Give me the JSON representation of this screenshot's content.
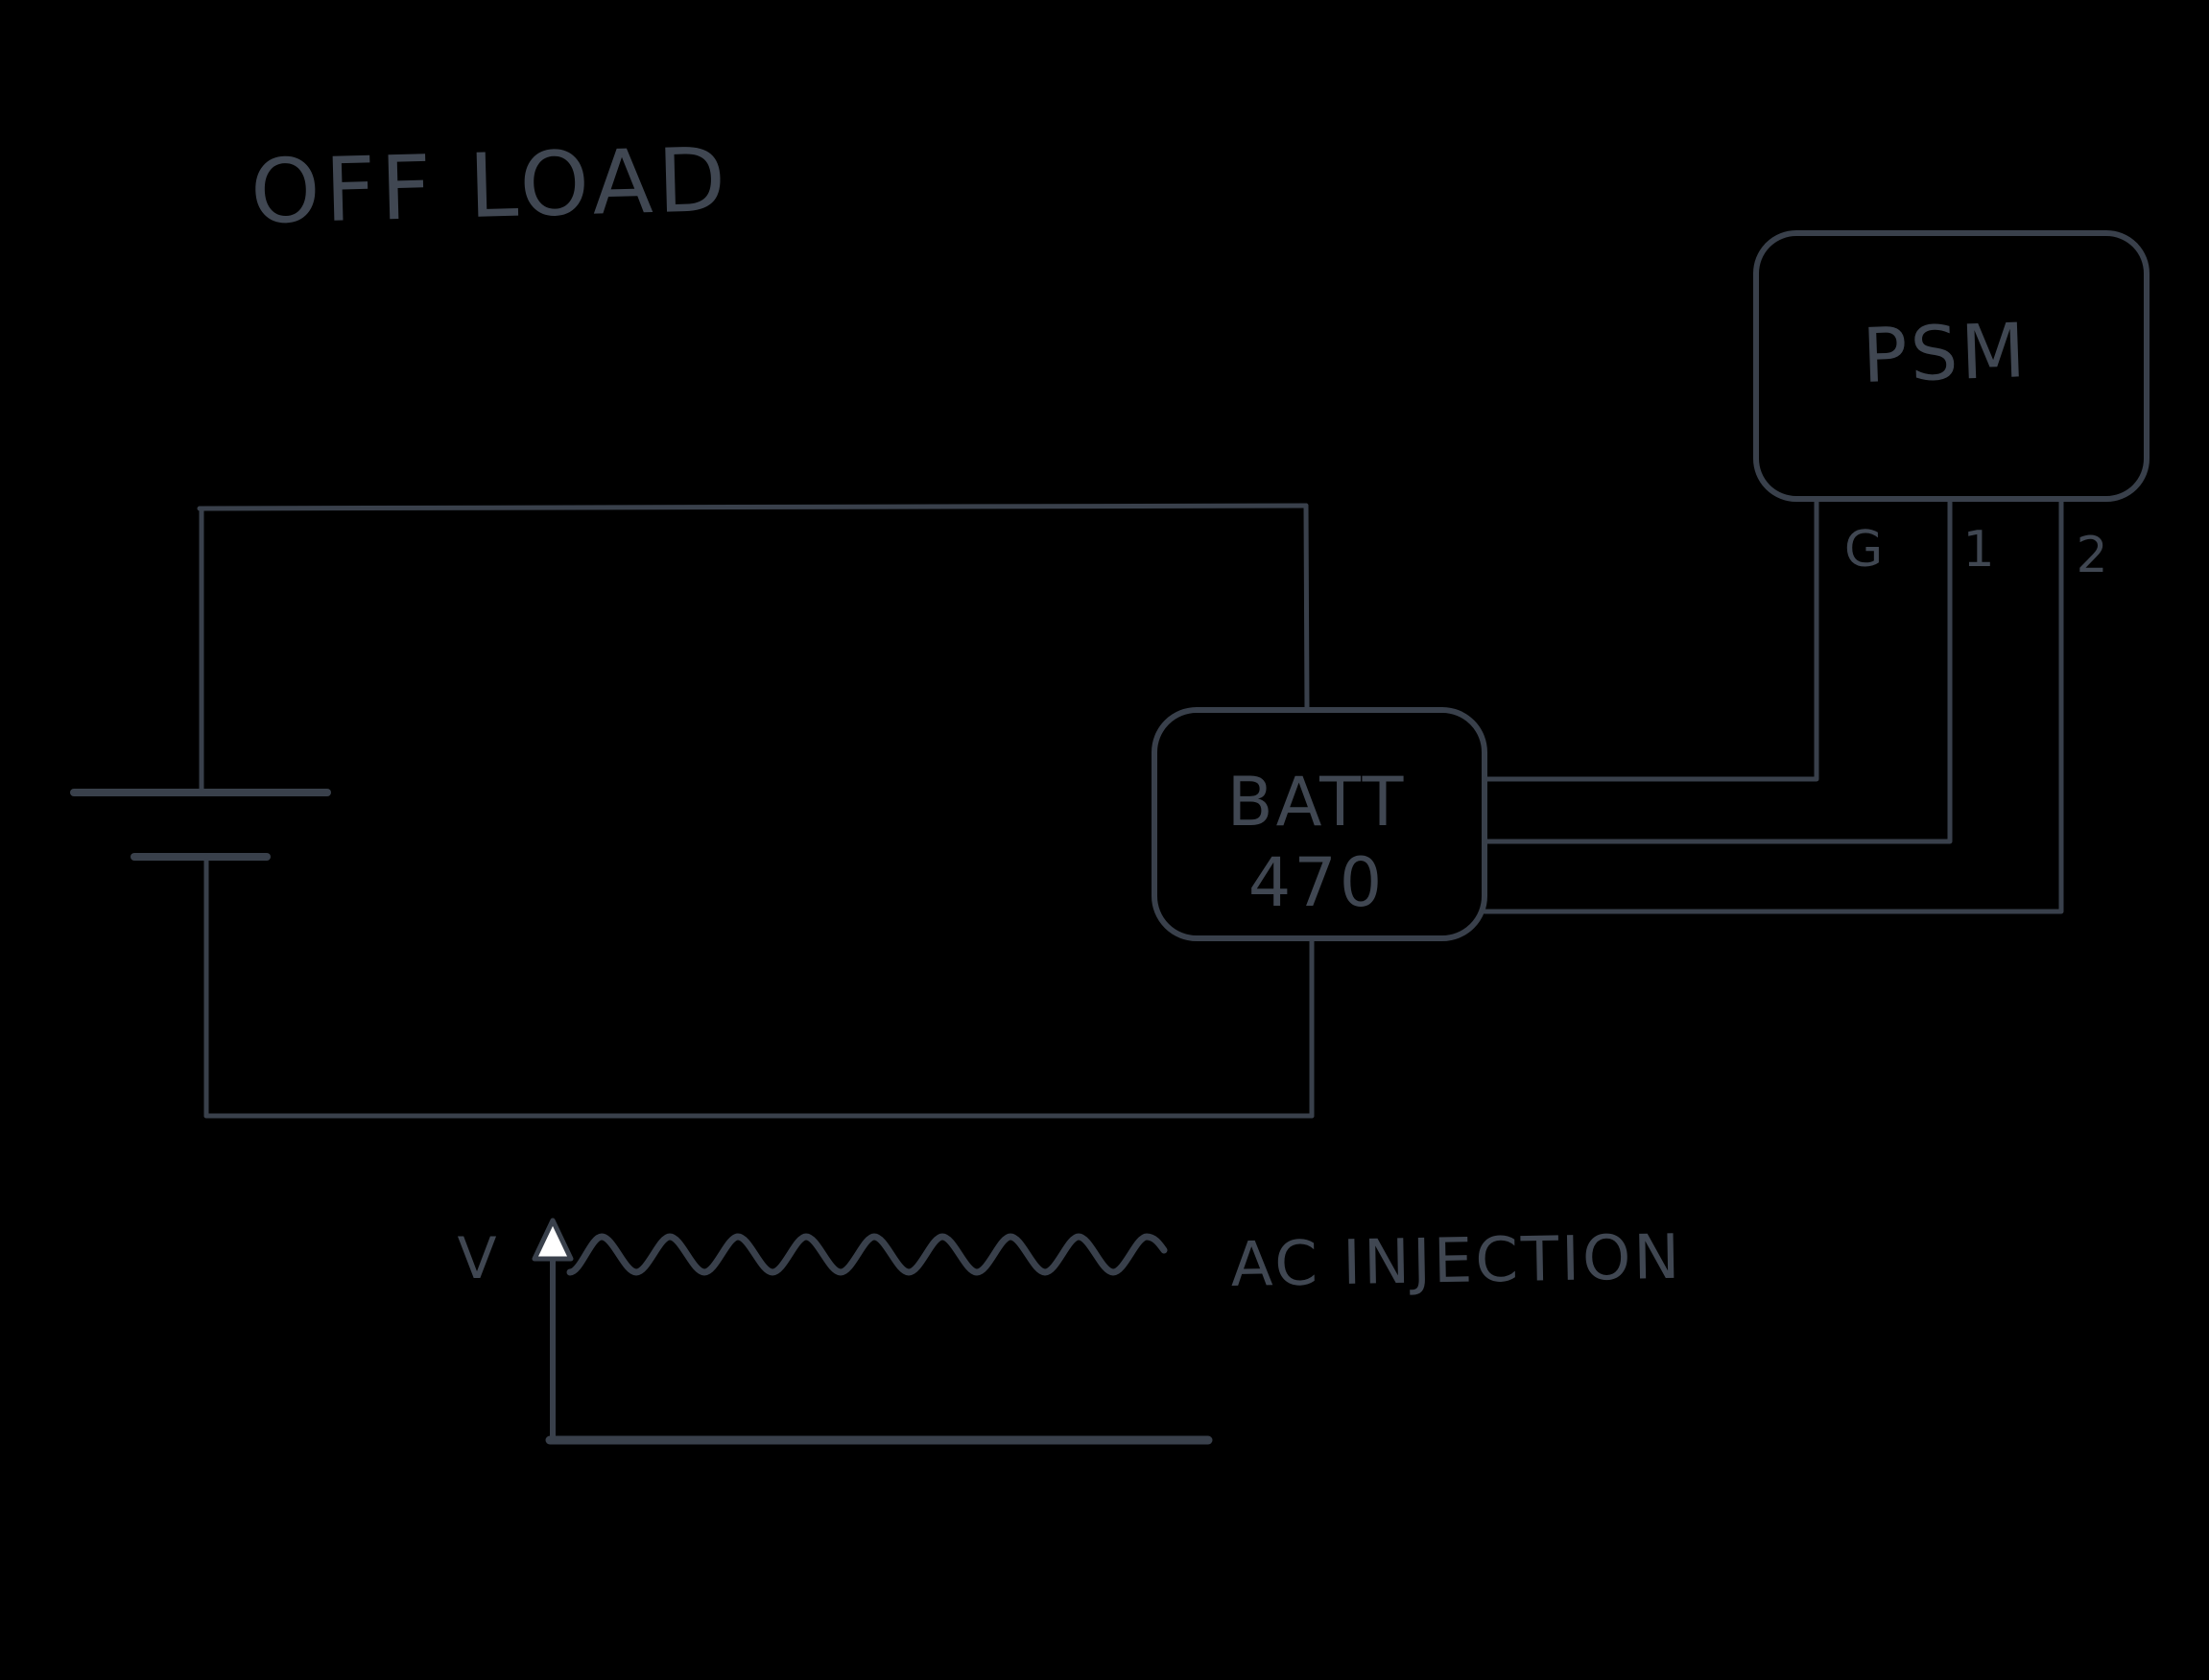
{
  "colors": {
    "background": "#000000",
    "stroke": "#39404b",
    "text": "#404752",
    "arrowhead_fill": "#ffffff"
  },
  "title": "OFF LOAD",
  "psm_module": {
    "label": "PSM",
    "pins": [
      {
        "label": "G"
      },
      {
        "label": "1"
      },
      {
        "label": "2"
      }
    ]
  },
  "battery_module": {
    "label": "BATT",
    "value": "470"
  },
  "injection_graph": {
    "y_axis_label": "V",
    "annotation": "AC INJECTION"
  }
}
